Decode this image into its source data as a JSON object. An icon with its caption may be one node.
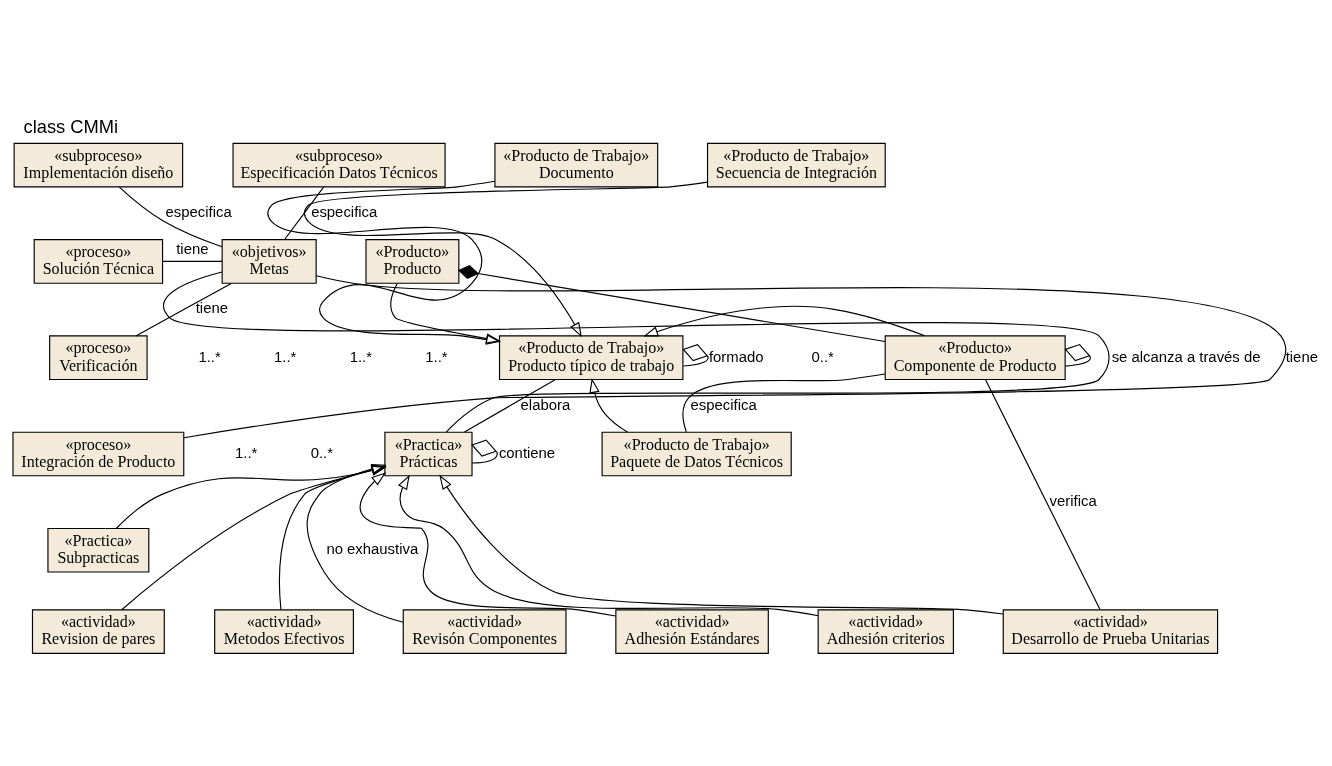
{
  "diagram": {
    "title": "class CMMi",
    "nodes": [
      {
        "text": [
          "«subproceso»",
          "Implementación diseño"
        ]
      },
      {
        "text": [
          "«subproceso»",
          "Especificación Datos Técnicos"
        ]
      },
      {
        "text": [
          "«Producto de Trabajo»",
          "Documento"
        ]
      },
      {
        "text": [
          "«Producto de Trabajo»",
          "Secuencia de Integración"
        ]
      },
      {
        "text": [
          "«proceso»",
          "Solución Técnica"
        ]
      },
      {
        "text": [
          "«objetivos»",
          "Metas"
        ]
      },
      {
        "text": [
          "«proceso»",
          "Verificación"
        ]
      },
      {
        "text": [
          "«Producto»",
          "Producto"
        ]
      },
      {
        "text": [
          "«Producto de Trabajo»",
          "Producto típico de trabajo"
        ]
      },
      {
        "text": [
          "«proceso»",
          "Integración de Producto"
        ]
      },
      {
        "text": [
          "«Practica»",
          "Prácticas"
        ]
      },
      {
        "text": [
          "«Producto»",
          "Componente de Producto"
        ]
      },
      {
        "text": [
          "«Producto de Trabajo»",
          "Paquete de Datos Técnicos"
        ]
      },
      {
        "text": [
          "«Practica»",
          "Subpracticas"
        ]
      },
      {
        "text": [
          "«actividad»",
          "Revision de pares"
        ]
      },
      {
        "text": [
          "«actividad»",
          "Metodos Efectivos"
        ]
      },
      {
        "text": [
          "«actividad»",
          "Revisón Componentes"
        ]
      },
      {
        "text": [
          "«actividad»",
          "Adhesión Estándares"
        ]
      },
      {
        "text": [
          "«actividad»",
          "Adhesión criterios"
        ]
      },
      {
        "text": [
          "«actividad»",
          "Desarrollo de Prueba Unitarias"
        ]
      }
    ],
    "edges": [
      {
        "from": 0,
        "to": 5,
        "arrow": "none",
        "label": "especifica"
      },
      {
        "from": 1,
        "to": 5,
        "arrow": "none",
        "label": "especifica"
      },
      {
        "from": 4,
        "to": 5,
        "arrow": "none",
        "label": "tiene"
      },
      {
        "from": 6,
        "to": 5,
        "arrow": "none",
        "label": "tiene"
      },
      {
        "from": 9,
        "to": 5,
        "arrow": "none",
        "label": "tiene"
      },
      {
        "from": 5,
        "to": 10,
        "arrow": "none",
        "label": "se alcanza a través de"
      },
      {
        "from": 10,
        "to": 10,
        "arrow": "other",
        "label": "contiene"
      },
      {
        "from": 10,
        "to": 8,
        "arrow": "none",
        "label": "elabora"
      },
      {
        "from": 8,
        "to": 8,
        "arrow": "other",
        "label": "formado"
      },
      {
        "from": 2,
        "to": 8,
        "arrow": "to"
      },
      {
        "from": 3,
        "to": 8,
        "arrow": "to"
      },
      {
        "from": 7,
        "to": 8,
        "arrow": "to"
      },
      {
        "from": 11,
        "to": 8,
        "arrow": "to"
      },
      {
        "from": 12,
        "to": 8,
        "arrow": "to"
      },
      {
        "from": 11,
        "to": 7,
        "arrow": "other"
      },
      {
        "from": 11,
        "to": 11,
        "arrow": "other"
      },
      {
        "from": 12,
        "to": 11,
        "arrow": "none",
        "label": "especifica"
      },
      {
        "from": 19,
        "to": 11,
        "arrow": "none",
        "label": "verifica"
      },
      {
        "from": 13,
        "to": 10,
        "arrow": "to"
      },
      {
        "from": 14,
        "to": 10,
        "arrow": "to"
      },
      {
        "from": 15,
        "to": 10,
        "arrow": "to"
      },
      {
        "from": 16,
        "to": 10,
        "arrow": "to",
        "label": "no exhaustiva"
      },
      {
        "from": 17,
        "to": 10,
        "arrow": "to"
      },
      {
        "from": 18,
        "to": 10,
        "arrow": "to"
      },
      {
        "from": 19,
        "to": 10,
        "arrow": "to"
      }
    ],
    "labels": [
      "1..*",
      "1..*",
      "1..*",
      "1..*",
      "0..*",
      "1..*",
      "0..*"
    ]
  }
}
